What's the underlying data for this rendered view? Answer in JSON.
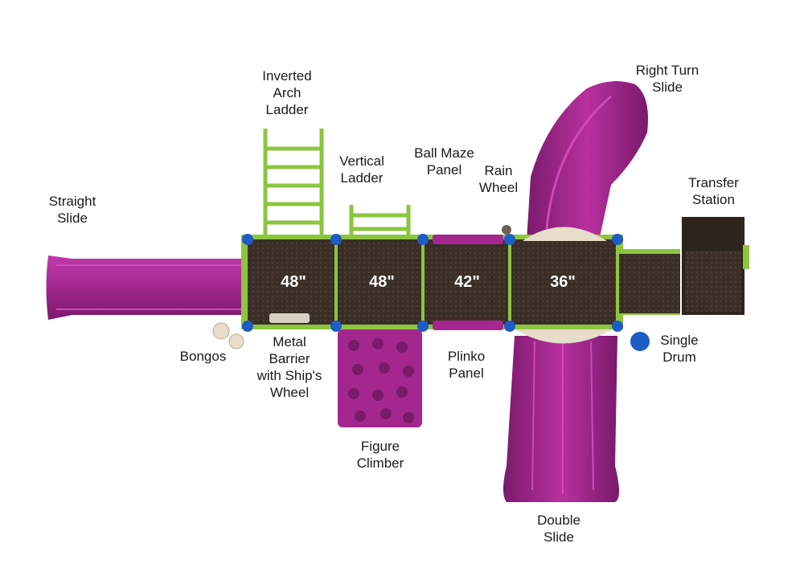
{
  "colors": {
    "purple": "#a3278f",
    "purple_dark": "#7a1a6c",
    "lime": "#8cc63f",
    "deck": "#3a2e26",
    "tan": "#e8dccb",
    "blue": "#1e5cc8"
  },
  "decks": [
    {
      "height": "48\""
    },
    {
      "height": "48\""
    },
    {
      "height": "42\""
    },
    {
      "height": "36\""
    }
  ],
  "labels": {
    "inverted_arch_ladder": [
      "Inverted",
      "Arch",
      "Ladder"
    ],
    "vertical_ladder": [
      "Vertical",
      "Ladder"
    ],
    "ball_maze_panel": [
      "Ball Maze",
      "Panel"
    ],
    "rain_wheel": [
      "Rain",
      "Wheel"
    ],
    "right_turn_slide": [
      "Right Turn",
      "Slide"
    ],
    "transfer_station": [
      "Transfer",
      "Station"
    ],
    "straight_slide": [
      "Straight",
      "Slide"
    ],
    "bongos": [
      "Bongos"
    ],
    "metal_barrier": [
      "Metal",
      "Barrier",
      "with Ship's",
      "Wheel"
    ],
    "plinko_panel": [
      "Plinko",
      "Panel"
    ],
    "single_drum": [
      "Single",
      "Drum"
    ],
    "figure_climber": [
      "Figure",
      "Climber"
    ],
    "double_slide": [
      "Double",
      "Slide"
    ]
  }
}
